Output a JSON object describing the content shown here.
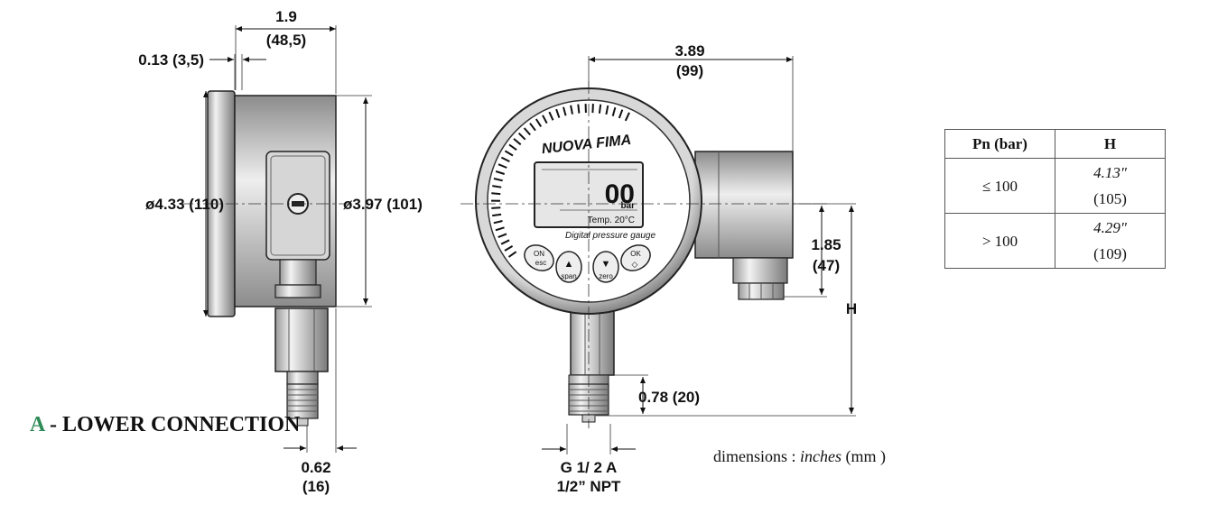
{
  "view_label": {
    "letter": "A",
    "text": " - LOWER CONNECTION"
  },
  "dimensions": {
    "side_depth_in": "1.9",
    "side_depth_mm": "(48,5)",
    "flange_thickness": "0.13 (3,5)",
    "flange_diameter": "ø4.33 (110)",
    "case_diameter": "ø3.97 (101)",
    "fitting_width_in": "0.62",
    "fitting_width_mm": "(16)",
    "front_width_in": "3.89",
    "front_width_mm": "(99)",
    "connector_offset_in": "1.85",
    "connector_offset_mm": "(47)",
    "height_label": "H",
    "thread_length": "0.78 (20)",
    "thread_g": "G 1/ 2 A",
    "thread_npt": "1/2” NPT"
  },
  "gauge_face": {
    "brand": "NUOVA FIMA",
    "reading": "00",
    "unit": "bar",
    "temperature": "Temp. 20°C",
    "caption": "Digital pressure gauge",
    "buttons": [
      {
        "top": "ON",
        "bottom": "esc"
      },
      {
        "top": "▲",
        "bottom": "span"
      },
      {
        "top": "▼",
        "bottom": "zero"
      },
      {
        "top": "OK",
        "bottom": "◇"
      }
    ]
  },
  "table": {
    "headers": [
      "Pn (bar)",
      "H"
    ],
    "rows": [
      {
        "pn": "≤ 100",
        "h_in": "4.13″",
        "h_mm": "(105)"
      },
      {
        "pn": "> 100",
        "h_in": "4.29″",
        "h_mm": "(109)"
      }
    ]
  },
  "units_note": {
    "prefix": "dimensions : ",
    "italic": "inches",
    "suffix": " (mm )"
  }
}
